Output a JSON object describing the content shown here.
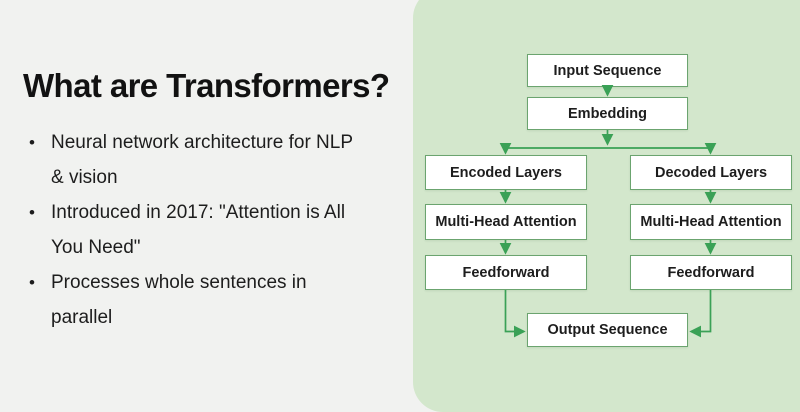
{
  "left_panel": {
    "title": "What are Transformers?",
    "bullets": [
      {
        "lines": [
          "Neural network architecture for NLP",
          "& vision"
        ]
      },
      {
        "lines": [
          "Introduced in 2017: \"Attention is All",
          "You Need\""
        ]
      },
      {
        "lines": [
          "Processes whole sentences in",
          "parallel"
        ]
      }
    ]
  },
  "diagram": {
    "nodes": {
      "input": "Input Sequence",
      "embedding": "Embedding",
      "encoded": "Encoded Layers",
      "decoded": "Decoded Layers",
      "mha_left": "Multi-Head Attention",
      "mha_right": "Multi-Head Attention",
      "ff_left": "Feedforward",
      "ff_right": "Feedforward",
      "output": "Output Sequence"
    },
    "edges": [
      "input -> embedding",
      "embedding -> encoded",
      "embedding -> decoded",
      "encoded -> mha_left",
      "decoded -> mha_right",
      "mha_left -> ff_left",
      "mha_right -> ff_right",
      "ff_left -> output",
      "ff_right -> output"
    ]
  },
  "theme": {
    "page_bg": "#f1f2f0",
    "panel_bg": "#d3e7cc",
    "box_bg": "#ffffff",
    "box_border": "#6ba46f",
    "arrow": "#3aa156",
    "text": "#1d1d1d"
  }
}
